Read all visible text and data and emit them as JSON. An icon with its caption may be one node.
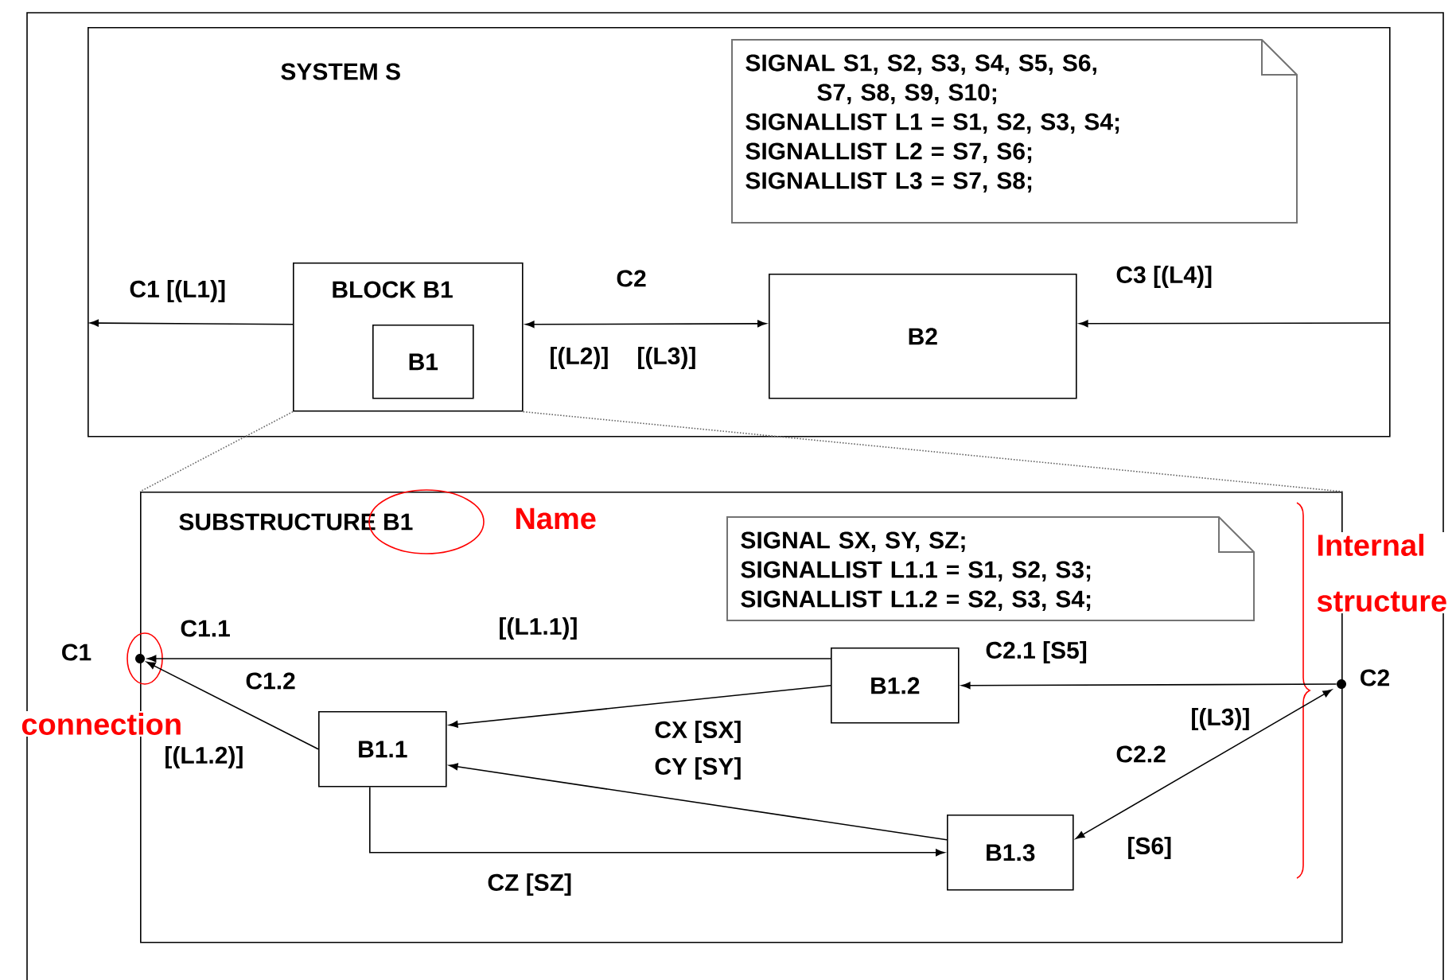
{
  "diagram": {
    "nodes": [
      {
        "text": [
          "SYSTEM S"
        ]
      },
      {
        "text": [
          "SIGNAL S1, S2, S3, S4, S5, S6, S7, S8, S9, S10;",
          "SIGNALLIST L1 = S1, S2, S3, S4;",
          "SIGNALLIST L2 = S7, S6;",
          "SIGNALLIST L3 = S7, S8;"
        ],
        "in": 0
      },
      {
        "text": [
          "BLOCK B1"
        ],
        "in": 0
      },
      {
        "text": [
          "B1"
        ],
        "in": 2
      },
      {
        "text": [
          "B2"
        ],
        "in": 0
      },
      {
        "text": [
          "SUBSTRUCTURE B1"
        ]
      },
      {
        "text": [
          "SIGNAL SX, SY, SZ;",
          "SIGNALLIST L1.1 = S1, S2, S3;",
          "SIGNALLIST L1.2 = S2, S3, S4;"
        ],
        "in": 5
      },
      {
        "text": [
          "B1.1"
        ],
        "in": 5
      },
      {
        "text": [
          "B1.2"
        ],
        "in": 5
      },
      {
        "text": [
          "B1.3"
        ],
        "in": 5
      },
      {
        "text": [],
        "shape": "circle",
        "beside": [
          "C1"
        ]
      },
      {
        "text": [],
        "shape": "circle",
        "beside": [
          "C2"
        ]
      }
    ],
    "edges": [
      {
        "from": 2,
        "to": null,
        "arrow": "to",
        "label": "C1 [(L1)]"
      },
      {
        "from": 2,
        "to": 4,
        "arrow": "both",
        "label": "C2"
      },
      {
        "from": null,
        "to": 4,
        "arrow": "to",
        "label": "C3 [(L4)]"
      },
      {
        "from": 2,
        "to": 5,
        "arrow": "none",
        "style": "dashed",
        "color": "#666666"
      },
      {
        "from": 2,
        "to": 5,
        "arrow": "none",
        "style": "dashed",
        "color": "#666666"
      },
      {
        "from": 8,
        "to": 10,
        "arrow": "to",
        "label": "C1.1"
      },
      {
        "from": 7,
        "to": 10,
        "arrow": "to",
        "label": "C1.2"
      },
      {
        "from": 8,
        "to": 7,
        "arrow": "to",
        "label": "CX [SX]"
      },
      {
        "from": 9,
        "to": 7,
        "arrow": "to",
        "label": "CY [SY]"
      },
      {
        "from": 7,
        "to": 9,
        "arrow": "to",
        "label": "CZ [SZ]"
      },
      {
        "from": 11,
        "to": 8,
        "arrow": "to",
        "label": "C2.1 [S5]"
      },
      {
        "from": 9,
        "to": 11,
        "arrow": "both",
        "label": "C2.2"
      }
    ],
    "labels": [
      "[(L2)]",
      "[(L3)]",
      "Name",
      "Internal structure",
      "[(L1.1)]",
      "connection",
      "[(L1.2)]",
      "[(L3)]",
      "[S6]"
    ]
  }
}
